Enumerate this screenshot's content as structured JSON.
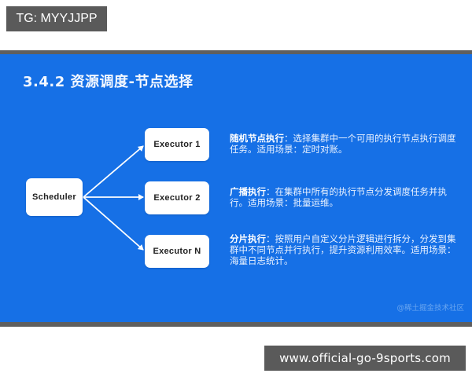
{
  "overlay": {
    "top_tag": "TG: MYYJJPP",
    "bottom_url": "www.official-go-9sports.com"
  },
  "slide": {
    "title": "3.4.2 资源调度-节点选择",
    "background_color": "#1670e6",
    "nodes": {
      "scheduler": "Scheduler",
      "executors": [
        "Executor 1",
        "Executor 2",
        "Executor N"
      ]
    },
    "edges": [
      {
        "from": "Scheduler",
        "to": "Executor 1"
      },
      {
        "from": "Scheduler",
        "to": "Executor 2"
      },
      {
        "from": "Scheduler",
        "to": "Executor N"
      }
    ],
    "descriptions": [
      {
        "term": "随机节点执行",
        "text": "：选择集群中一个可用的执行节点执行调度任务。适用场景：定时对账。"
      },
      {
        "term": "广播执行",
        "text": "：在集群中所有的执行节点分发调度任务并执行。适用场景：批量运维。"
      },
      {
        "term": "分片执行",
        "text": "：按照用户自定义分片逻辑进行拆分，分发到集群中不同节点并行执行，提升资源利用效率。适用场景：海量日志统计。"
      }
    ],
    "watermark": "@稀土掘金技术社区"
  }
}
